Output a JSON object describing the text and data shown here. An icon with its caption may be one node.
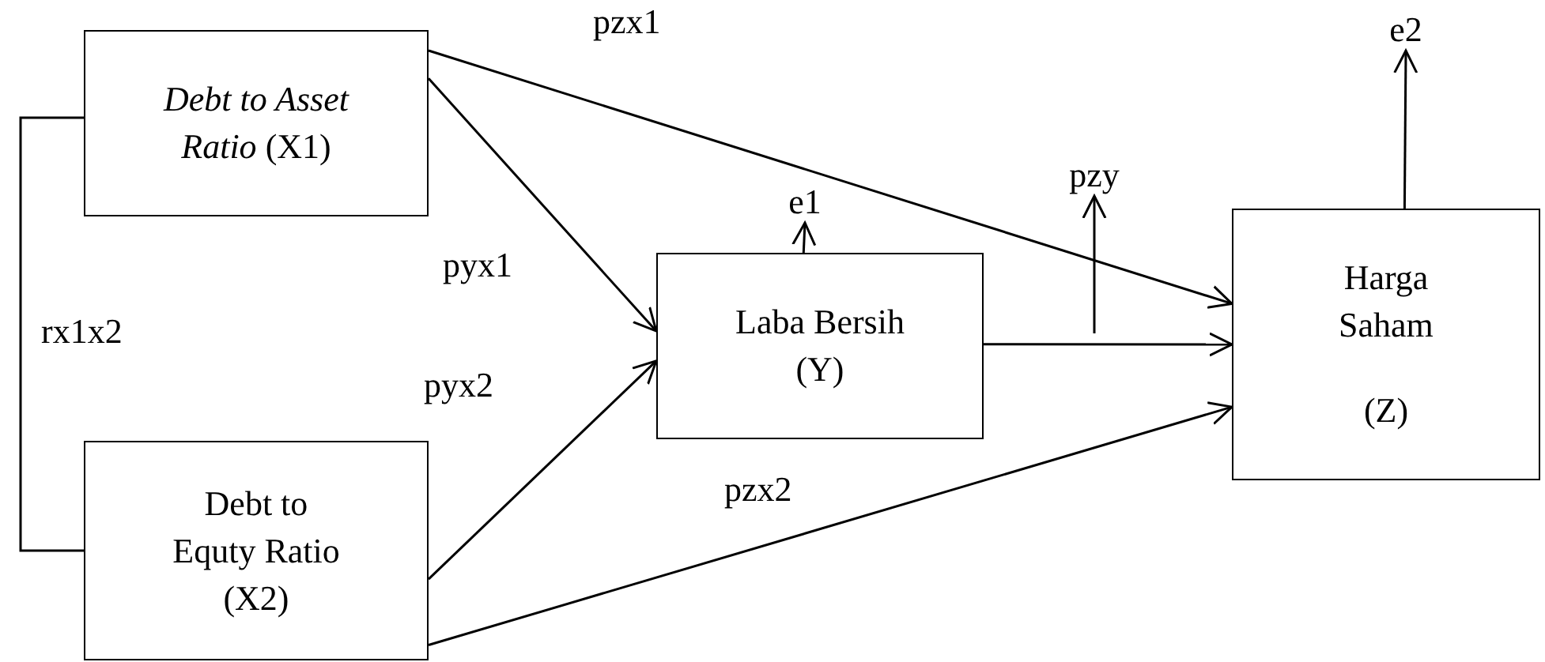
{
  "diagram": {
    "nodes": [
      {
        "text": [
          "*Debt to Asset Ratio* (X1)"
        ]
      },
      {
        "text": [
          "Debt to Equty Ratio (X2)"
        ]
      },
      {
        "text": [
          "Laba Bersih (Y)"
        ]
      },
      {
        "text": [
          "Harga Saham",
          "(Z)"
        ]
      },
      {
        "text": [
          "e1"
        ]
      },
      {
        "text": [
          "pzy"
        ]
      },
      {
        "text": [
          "e2"
        ]
      }
    ],
    "edges": [
      {
        "from": 0,
        "to": 3,
        "arrow": "to",
        "label": "pzx1"
      },
      {
        "from": 0,
        "to": 2,
        "arrow": "to",
        "label": "pyx1"
      },
      {
        "from": 1,
        "to": 2,
        "arrow": "to",
        "label": "pyx2"
      },
      {
        "from": 1,
        "to": 3,
        "arrow": "to",
        "label": "pzx2"
      },
      {
        "from": 2,
        "to": 3,
        "arrow": "to"
      },
      {
        "from": 0,
        "to": 1,
        "arrow": "none",
        "label": "rx1x2"
      },
      {
        "from": 2,
        "to": 4,
        "arrow": "to"
      },
      {
        "from": null,
        "to": 5,
        "arrow": "to"
      },
      {
        "from": 3,
        "to": 6,
        "arrow": "to"
      }
    ]
  }
}
